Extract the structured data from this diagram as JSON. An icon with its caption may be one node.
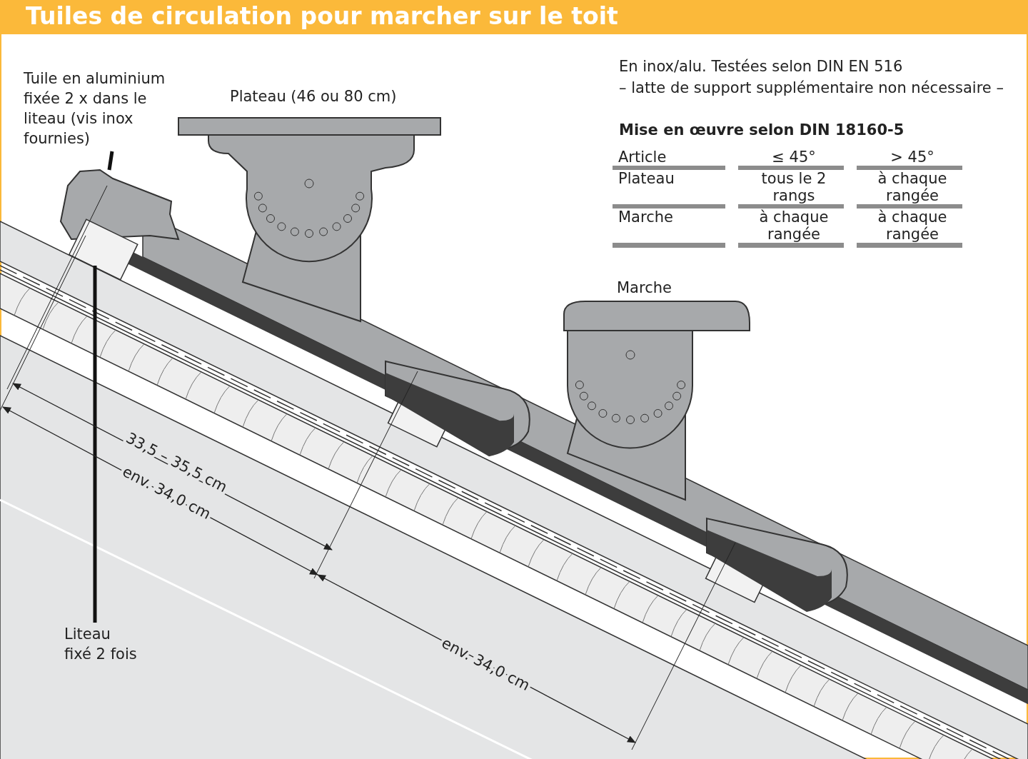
{
  "diagram": {
    "title": "Tuiles de circulation pour marcher sur le toit",
    "nodes": [
      {
        "text": [
          "Tuile en aluminium fixée 2 x dans le liteau (vis inox fournies)"
        ]
      },
      {
        "text": [],
        "shape": "picture"
      },
      {
        "text": [
          "Liteau fixé 2 fois"
        ]
      },
      {
        "text": [],
        "shape": "picture"
      }
    ],
    "edges": [
      {
        "from": 0,
        "to": 1,
        "arrow": "none"
      },
      {
        "from": 2,
        "to": 3,
        "arrow": "none"
      }
    ],
    "labels": [
      "En inox/alu. Testées selon DIN EN 516",
      "– latte de support supplémentaire non nécessaire –",
      "Mise en œuvre selon DIN 18160-5",
      "Article",
      "≤ 45°",
      "> 45°",
      "Plateau",
      "tous le 2 rangs",
      "à chaque rangée",
      "Marche",
      "à chaque rangée",
      "à chaque rangée",
      "Plateau (46 ou 80 cm)",
      "Marche",
      "33,5 – 35,5 cm",
      "env. 34,0 cm",
      "env. 34,0 cm"
    ]
  }
}
